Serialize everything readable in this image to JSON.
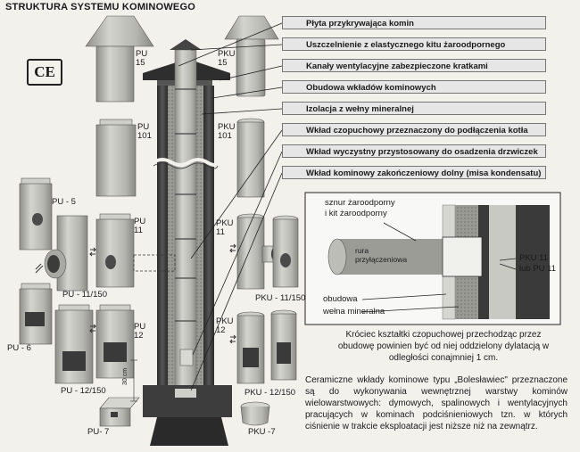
{
  "title": "STRUKTURA SYSTEMU KOMINOWEGO",
  "ce_mark": "CE",
  "callouts": [
    "Płyta przykrywająca komin",
    "Uszczelnienie z elastycznego kitu żaroodpornego",
    "Kanały wentylacyjne zabezpieczone kratkami",
    "Obudowa wkładów kominowych",
    "Izolacja z wełny mineralnej",
    "Wkład czopuchowy przeznaczony do podłączenia kotła",
    "Wkład wyczystny przystosowany do osadzenia drzwiczek",
    "Wkład kominowy zakończeniowy dolny (misa kondensatu)"
  ],
  "parts": {
    "pu15": "PU\n15",
    "pku15": "PKU\n15",
    "pu101": "PU\n101",
    "pku101": "PKU\n101",
    "pu5": "PU - 5",
    "pu11": "PU\n11",
    "pku11": "PKU\n11",
    "pu11_150": "PU - 11/150",
    "pku11_150": "PKU - 11/150",
    "pu6": "PU - 6",
    "pu12": "PU\n12",
    "pku12": "PKU\n12",
    "pu12_150": "PU - 12/150",
    "pku12_150": "PKU - 12/150",
    "pu7": "PU- 7",
    "pku7": "PKU -7",
    "dim": "30 cm"
  },
  "inset": {
    "cord_label": "sznur żaroodporny\ni kit żaroodporny",
    "pipe_label": "rura\nprzyłączeniowa",
    "pku_label": "PKU 11\nlub PU 11",
    "casing_label": "obudowa",
    "wool_label": "wełna mineralna"
  },
  "inset_caption": "Króciec kształtki czopuchowej przechodząc przez obudowę powinien być od niej oddzielony dylatacją w odległości conajmniej 1 cm.",
  "description": "Ceramiczne wkłady kominowe typu „Bolesławiec\" przeznaczone są do wykonywania wewnętrznej warstwy kominów wielowarstwowych: dymowych, spalinowych i wentylacyjnych pracujących w kominach podciśnieniowych tzn. w których ciśnienie w trakcie eksploatacji jest niższe niż na zewnątrz.",
  "colors": {
    "ceramic": "#b9b9b4",
    "casing": "#3a3a3a",
    "label_box": "#e6e6e6"
  }
}
